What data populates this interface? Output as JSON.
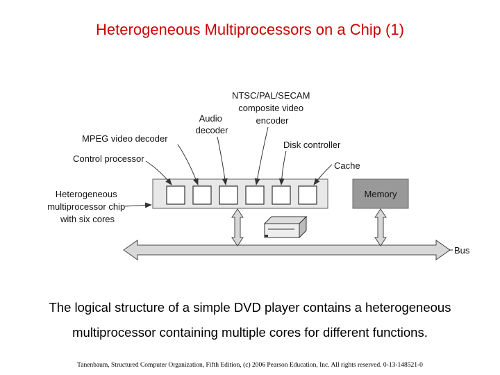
{
  "title": "Heterogeneous Multiprocessors on a Chip (1)",
  "labels": {
    "ntsc_line1": "NTSC/PAL/SECAM",
    "ntsc_line2": "composite video",
    "ntsc_line3": "encoder",
    "audio_line1": "Audio",
    "audio_line2": "decoder",
    "mpeg": "MPEG video decoder",
    "disk": "Disk controller",
    "control": "Control processor",
    "cache": "Cache",
    "hetero_line1": "Heterogeneous",
    "hetero_line2": "multiprocessor chip",
    "hetero_line3": "with six cores",
    "memory": "Memory",
    "bus": "Bus"
  },
  "caption_line1": "The logical structure of a simple DVD player contains a heterogeneous",
  "caption_line2": "multiprocessor containing multiple cores for different functions.",
  "footer": "Tanenbaum, Structured Computer Organization, Fifth Edition, (c) 2006 Pearson Education, Inc. All rights reserved. 0-13-148521-0",
  "colors": {
    "title": "#cc0000",
    "chip_fill": "#e8e8e8",
    "memory_fill": "#999999",
    "bus_fill": "#d8d8d8"
  }
}
